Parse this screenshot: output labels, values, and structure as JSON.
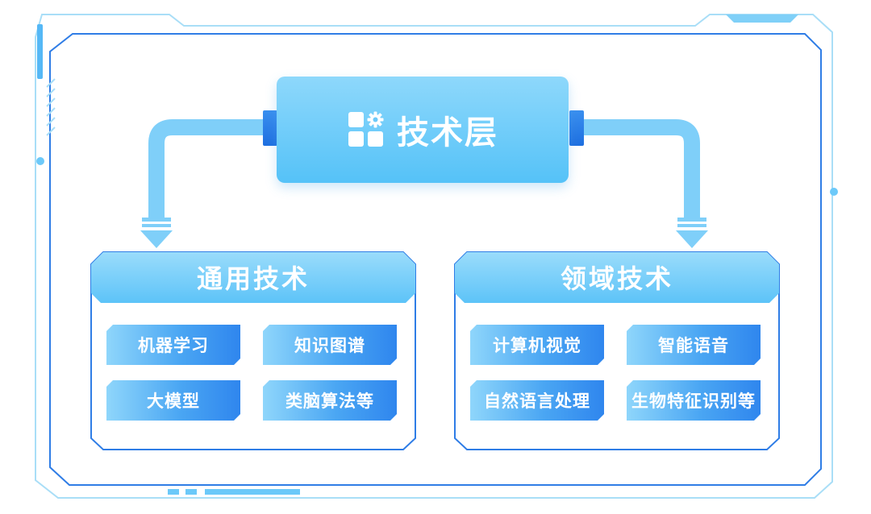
{
  "top": {
    "title": "技术层",
    "icon": "grid-gear-icon"
  },
  "left_panel": {
    "title": "通用技术",
    "items": [
      "机器学习",
      "知识图谱",
      "大模型",
      "类脑算法等"
    ]
  },
  "right_panel": {
    "title": "领域技术",
    "items": [
      "计算机视觉",
      "智能语音",
      "自然语言处理",
      "生物特征识别等"
    ]
  },
  "colors": {
    "frame_line": "#2f7de6",
    "frame_light": "#9fdcf7",
    "accent": "#6cc9f9",
    "header_gradient": [
      "#9adcfb",
      "#5dc3f8"
    ],
    "chip_gradient": [
      "#8fd6fb",
      "#2f86ee"
    ]
  }
}
